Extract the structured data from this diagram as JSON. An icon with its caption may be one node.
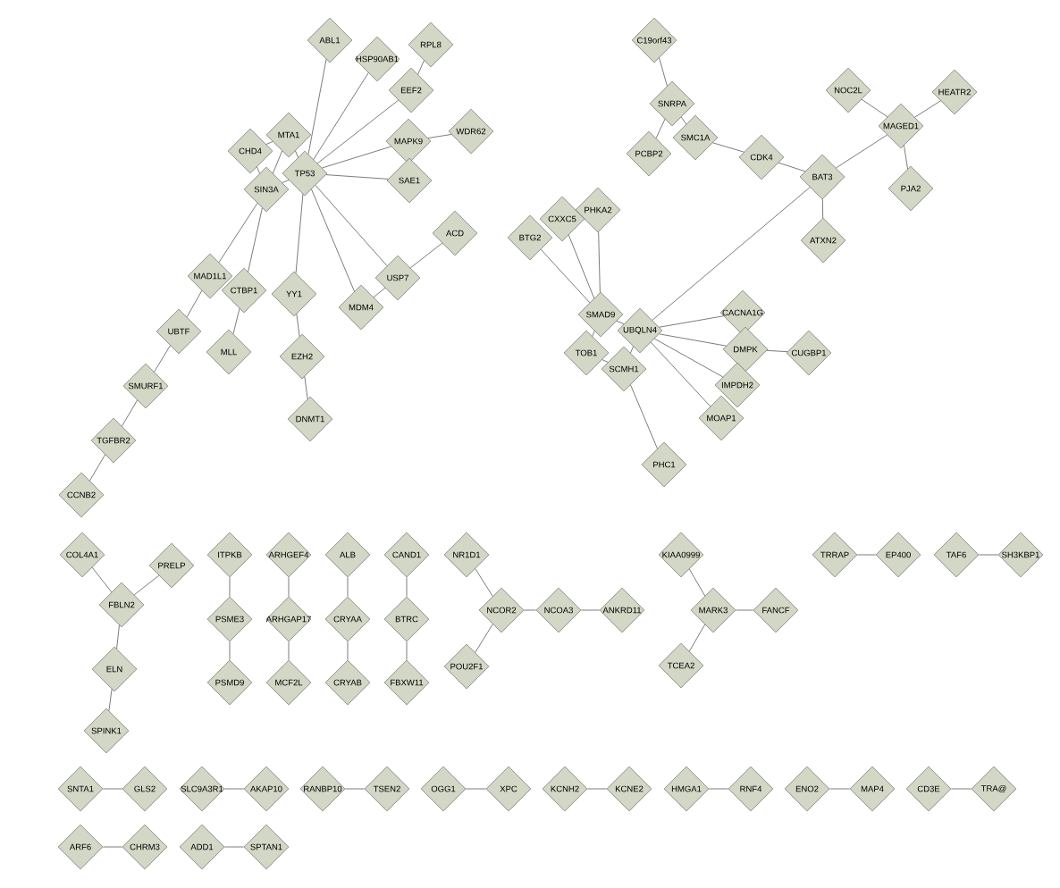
{
  "diagram": {
    "nodes": [
      {
        "text": [
          "ABL1"
        ]
      },
      {
        "text": [
          "HSP90AB1"
        ]
      },
      {
        "text": [
          "RPL8"
        ]
      },
      {
        "text": [
          "EEF2"
        ]
      },
      {
        "text": [
          "MTA1"
        ]
      },
      {
        "text": [
          "CHD4"
        ]
      },
      {
        "text": [
          "TP53"
        ]
      },
      {
        "text": [
          "SIN3A"
        ]
      },
      {
        "text": [
          "MAPK9"
        ]
      },
      {
        "text": [
          "WDR62"
        ]
      },
      {
        "text": [
          "SAE1"
        ]
      },
      {
        "text": [
          "ACD"
        ]
      },
      {
        "text": [
          "USP7"
        ]
      },
      {
        "text": [
          "MDM4"
        ]
      },
      {
        "text": [
          "MAD1L1"
        ]
      },
      {
        "text": [
          "CTBP1"
        ]
      },
      {
        "text": [
          "YY1"
        ]
      },
      {
        "text": [
          "UBTF"
        ]
      },
      {
        "text": [
          "MLL"
        ]
      },
      {
        "text": [
          "EZH2"
        ]
      },
      {
        "text": [
          "SMURF1"
        ]
      },
      {
        "text": [
          "DNMT1"
        ]
      },
      {
        "text": [
          "TGFBR2"
        ]
      },
      {
        "text": [
          "CCNB2"
        ]
      },
      {
        "text": [
          "C19orf43"
        ]
      },
      {
        "text": [
          "SNRPA"
        ]
      },
      {
        "text": [
          "PCBP2"
        ]
      },
      {
        "text": [
          "SMC1A"
        ]
      },
      {
        "text": [
          "CDK4"
        ]
      },
      {
        "text": [
          "BAT3"
        ]
      },
      {
        "text": [
          "NOC2L"
        ]
      },
      {
        "text": [
          "HEATR2"
        ]
      },
      {
        "text": [
          "MAGED1"
        ]
      },
      {
        "text": [
          "PJA2"
        ]
      },
      {
        "text": [
          "ATXN2"
        ]
      },
      {
        "text": [
          "BTG2"
        ]
      },
      {
        "text": [
          "CXXC5"
        ]
      },
      {
        "text": [
          "PHKA2"
        ]
      },
      {
        "text": [
          "SMAD9"
        ]
      },
      {
        "text": [
          "UBQLN4"
        ]
      },
      {
        "text": [
          "CACNA1G"
        ]
      },
      {
        "text": [
          "DMPK"
        ]
      },
      {
        "text": [
          "CUGBP1"
        ]
      },
      {
        "text": [
          "TOB1"
        ]
      },
      {
        "text": [
          "SCMH1"
        ]
      },
      {
        "text": [
          "IMPDH2"
        ]
      },
      {
        "text": [
          "MOAP1"
        ]
      },
      {
        "text": [
          "PHC1"
        ]
      },
      {
        "text": [
          "COL4A1"
        ]
      },
      {
        "text": [
          "PRELP"
        ]
      },
      {
        "text": [
          "FBLN2"
        ]
      },
      {
        "text": [
          "ELN"
        ]
      },
      {
        "text": [
          "SPINK1"
        ]
      },
      {
        "text": [
          "ITPKB"
        ]
      },
      {
        "text": [
          "ARHGEF4"
        ]
      },
      {
        "text": [
          "ALB"
        ]
      },
      {
        "text": [
          "CAND1"
        ]
      },
      {
        "text": [
          "NR1D1"
        ]
      },
      {
        "text": [
          "KIAA0999"
        ]
      },
      {
        "text": [
          "TRRAP"
        ]
      },
      {
        "text": [
          "EP400"
        ]
      },
      {
        "text": [
          "TAF6"
        ]
      },
      {
        "text": [
          "SH3KBP1"
        ]
      },
      {
        "text": [
          "PSME3"
        ]
      },
      {
        "text": [
          "ARHGAP17"
        ]
      },
      {
        "text": [
          "CRYAA"
        ]
      },
      {
        "text": [
          "BTRC"
        ]
      },
      {
        "text": [
          "NCOR2"
        ]
      },
      {
        "text": [
          "NCOA3"
        ]
      },
      {
        "text": [
          "ANKRD11"
        ]
      },
      {
        "text": [
          "MARK3"
        ]
      },
      {
        "text": [
          "FANCF"
        ]
      },
      {
        "text": [
          "PSMD9"
        ]
      },
      {
        "text": [
          "MCF2L"
        ]
      },
      {
        "text": [
          "CRYAB"
        ]
      },
      {
        "text": [
          "FBXW11"
        ]
      },
      {
        "text": [
          "POU2F1"
        ]
      },
      {
        "text": [
          "TCEA2"
        ]
      },
      {
        "text": [
          "SNTA1"
        ]
      },
      {
        "text": [
          "GLS2"
        ]
      },
      {
        "text": [
          "SLC9A3R1"
        ]
      },
      {
        "text": [
          "AKAP10"
        ]
      },
      {
        "text": [
          "RANBP10"
        ]
      },
      {
        "text": [
          "TSEN2"
        ]
      },
      {
        "text": [
          "OGG1"
        ]
      },
      {
        "text": [
          "XPC"
        ]
      },
      {
        "text": [
          "KCNH2"
        ]
      },
      {
        "text": [
          "KCNE2"
        ]
      },
      {
        "text": [
          "HMGA1"
        ]
      },
      {
        "text": [
          "RNF4"
        ]
      },
      {
        "text": [
          "ENO2"
        ]
      },
      {
        "text": [
          "MAP4"
        ]
      },
      {
        "text": [
          "CD3E"
        ]
      },
      {
        "text": [
          "TRA@"
        ]
      },
      {
        "text": [
          "ARF6"
        ]
      },
      {
        "text": [
          "CHRM3"
        ]
      },
      {
        "text": [
          "ADD1"
        ]
      },
      {
        "text": [
          "SPTAN1"
        ]
      }
    ],
    "edges": [
      {
        "from": 6,
        "to": 0,
        "arrow": "none"
      },
      {
        "from": 6,
        "to": 1,
        "arrow": "none"
      },
      {
        "from": 6,
        "to": 3,
        "arrow": "none"
      },
      {
        "from": 6,
        "to": 8,
        "arrow": "none"
      },
      {
        "from": 6,
        "to": 10,
        "arrow": "none"
      },
      {
        "from": 6,
        "to": 12,
        "arrow": "none"
      },
      {
        "from": 6,
        "to": 13,
        "arrow": "none"
      },
      {
        "from": 6,
        "to": 16,
        "arrow": "none"
      },
      {
        "from": 6,
        "to": 7,
        "arrow": "none"
      },
      {
        "from": 4,
        "to": 6,
        "arrow": "none"
      },
      {
        "from": 4,
        "to": 7,
        "arrow": "none"
      },
      {
        "from": 5,
        "to": 4,
        "arrow": "none"
      },
      {
        "from": 5,
        "to": 7,
        "arrow": "none"
      },
      {
        "from": 2,
        "to": 3,
        "arrow": "none"
      },
      {
        "from": 8,
        "to": 9,
        "arrow": "none"
      },
      {
        "from": 11,
        "to": 12,
        "arrow": "none"
      },
      {
        "from": 12,
        "to": 13,
        "arrow": "none"
      },
      {
        "from": 7,
        "to": 14,
        "arrow": "none"
      },
      {
        "from": 7,
        "to": 15,
        "arrow": "none"
      },
      {
        "from": 14,
        "to": 17,
        "arrow": "none"
      },
      {
        "from": 17,
        "to": 20,
        "arrow": "none"
      },
      {
        "from": 20,
        "to": 22,
        "arrow": "none"
      },
      {
        "from": 22,
        "to": 23,
        "arrow": "none"
      },
      {
        "from": 15,
        "to": 18,
        "arrow": "none"
      },
      {
        "from": 16,
        "to": 19,
        "arrow": "none"
      },
      {
        "from": 19,
        "to": 21,
        "arrow": "none"
      },
      {
        "from": 24,
        "to": 25,
        "arrow": "none"
      },
      {
        "from": 25,
        "to": 26,
        "arrow": "none"
      },
      {
        "from": 25,
        "to": 27,
        "arrow": "none"
      },
      {
        "from": 27,
        "to": 28,
        "arrow": "none"
      },
      {
        "from": 28,
        "to": 29,
        "arrow": "none"
      },
      {
        "from": 29,
        "to": 32,
        "arrow": "none"
      },
      {
        "from": 29,
        "to": 34,
        "arrow": "none"
      },
      {
        "from": 32,
        "to": 30,
        "arrow": "none"
      },
      {
        "from": 32,
        "to": 31,
        "arrow": "none"
      },
      {
        "from": 32,
        "to": 33,
        "arrow": "none"
      },
      {
        "from": 29,
        "to": 39,
        "arrow": "none"
      },
      {
        "from": 35,
        "to": 38,
        "arrow": "none"
      },
      {
        "from": 36,
        "to": 38,
        "arrow": "none"
      },
      {
        "from": 37,
        "to": 38,
        "arrow": "none"
      },
      {
        "from": 38,
        "to": 39,
        "arrow": "none"
      },
      {
        "from": 38,
        "to": 43,
        "arrow": "none"
      },
      {
        "from": 39,
        "to": 40,
        "arrow": "none"
      },
      {
        "from": 39,
        "to": 41,
        "arrow": "none"
      },
      {
        "from": 39,
        "to": 45,
        "arrow": "none"
      },
      {
        "from": 39,
        "to": 46,
        "arrow": "none"
      },
      {
        "from": 39,
        "to": 44,
        "arrow": "none"
      },
      {
        "from": 43,
        "to": 44,
        "arrow": "none"
      },
      {
        "from": 44,
        "to": 47,
        "arrow": "none"
      },
      {
        "from": 41,
        "to": 42,
        "arrow": "none"
      },
      {
        "from": 48,
        "to": 50,
        "arrow": "none"
      },
      {
        "from": 49,
        "to": 50,
        "arrow": "none"
      },
      {
        "from": 50,
        "to": 51,
        "arrow": "none"
      },
      {
        "from": 51,
        "to": 52,
        "arrow": "none"
      },
      {
        "from": 53,
        "to": 63,
        "arrow": "none"
      },
      {
        "from": 63,
        "to": 72,
        "arrow": "none"
      },
      {
        "from": 54,
        "to": 64,
        "arrow": "none"
      },
      {
        "from": 64,
        "to": 73,
        "arrow": "none"
      },
      {
        "from": 55,
        "to": 65,
        "arrow": "none"
      },
      {
        "from": 65,
        "to": 74,
        "arrow": "none"
      },
      {
        "from": 56,
        "to": 66,
        "arrow": "none"
      },
      {
        "from": 66,
        "to": 75,
        "arrow": "none"
      },
      {
        "from": 57,
        "to": 67,
        "arrow": "none"
      },
      {
        "from": 67,
        "to": 76,
        "arrow": "none"
      },
      {
        "from": 67,
        "to": 68,
        "arrow": "none"
      },
      {
        "from": 68,
        "to": 69,
        "arrow": "none"
      },
      {
        "from": 58,
        "to": 70,
        "arrow": "none"
      },
      {
        "from": 70,
        "to": 71,
        "arrow": "none"
      },
      {
        "from": 70,
        "to": 77,
        "arrow": "none"
      },
      {
        "from": 59,
        "to": 60,
        "arrow": "none"
      },
      {
        "from": 61,
        "to": 62,
        "arrow": "none"
      },
      {
        "from": 78,
        "to": 79,
        "arrow": "none"
      },
      {
        "from": 80,
        "to": 81,
        "arrow": "none"
      },
      {
        "from": 82,
        "to": 83,
        "arrow": "none"
      },
      {
        "from": 84,
        "to": 85,
        "arrow": "none"
      },
      {
        "from": 86,
        "to": 87,
        "arrow": "none"
      },
      {
        "from": 88,
        "to": 89,
        "arrow": "none"
      },
      {
        "from": 90,
        "to": 91,
        "arrow": "none"
      },
      {
        "from": 92,
        "to": 93,
        "arrow": "none"
      },
      {
        "from": 94,
        "to": 95,
        "arrow": "none"
      },
      {
        "from": 96,
        "to": 97,
        "arrow": "none"
      }
    ]
  }
}
